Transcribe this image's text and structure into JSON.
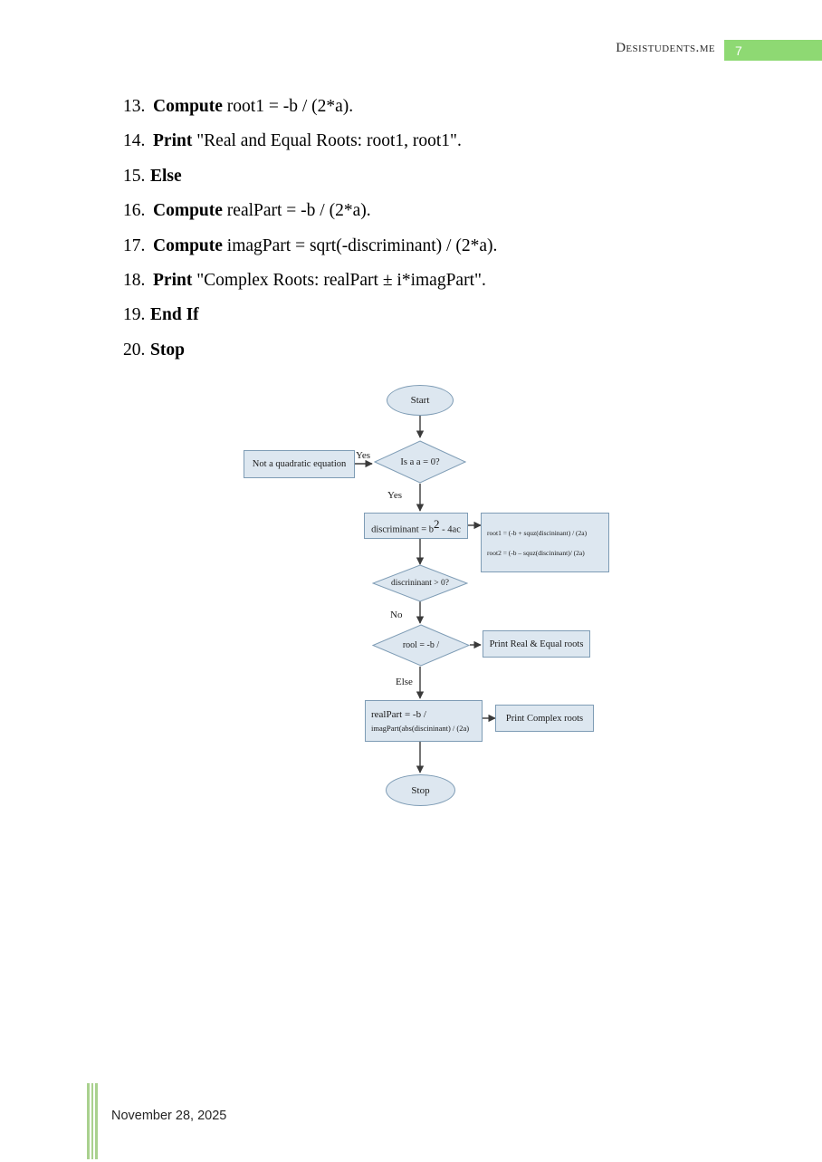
{
  "header": {
    "brand": "Desistudents.me",
    "page_number": "7",
    "accent_color": "#8ed973"
  },
  "steps": [
    {
      "num": "13.",
      "keyword": "Compute",
      "body": " root1 = -b / (2*a)."
    },
    {
      "num": "14.",
      "keyword": "Print",
      "body": " \"Real and Equal Roots: root1, root1\"."
    },
    {
      "num": "15.",
      "keyword": "Else",
      "body": ""
    },
    {
      "num": "16.",
      "keyword": "Compute",
      "body": " realPart = -b / (2*a)."
    },
    {
      "num": "17.",
      "keyword": "Compute",
      "body": " imagPart = sqrt(-discriminant) / (2*a)."
    },
    {
      "num": "18.",
      "keyword": "Print",
      "body": " \"Complex Roots: realPart ± i*imagPart\"."
    },
    {
      "num": "19.",
      "keyword": "End If",
      "body": ""
    },
    {
      "num": "20.",
      "keyword": "Stop",
      "body": ""
    }
  ],
  "flowchart": {
    "fill_color": "#dde7f0",
    "stroke_color": "#7e9cb5",
    "nodes": {
      "start": "Start",
      "not_quadratic": "Not a quadratic equation",
      "is_a_zero": "Is a a = 0?",
      "discriminant_calc_pre": "discriminant = b",
      "discriminant_calc_sup": "2",
      "discriminant_calc_post": " - 4ac",
      "roots_line1": "root1 = (-b + squz(discininant) / (2a)",
      "roots_line2": "root2 = (-b – squz(discininant)/ (2a)",
      "discriminant_test": "discrininant > 0?",
      "root_equal": "rool = -b /",
      "print_real_equal": "Print Real & Equal roots",
      "complex_line1": "realPart = -b /",
      "complex_line2": "imagPart(abs(discininant) / (2a)",
      "print_complex": "Print Complex roots",
      "stop": "Stop"
    },
    "edge_labels": {
      "yes_left": "Yes",
      "yes_down": "Yes",
      "no": "No",
      "else": "Else"
    }
  },
  "footer": {
    "date": "November 28, 2025",
    "stripe_color": "#a9d18e"
  }
}
